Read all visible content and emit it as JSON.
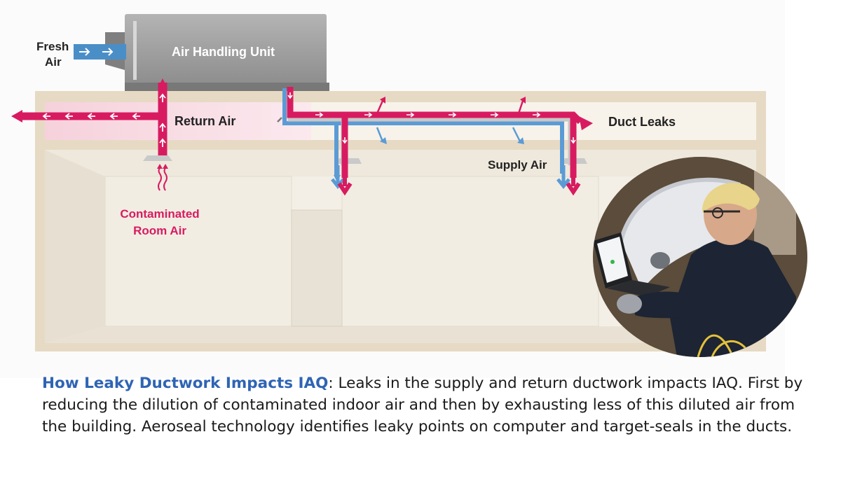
{
  "labels": {
    "fresh_air_line1": "Fresh",
    "fresh_air_line2": "Air",
    "air_handling_unit": "Air Handling Unit",
    "return_air": "Return Air",
    "duct_leaks": "Duct Leaks",
    "supply_air": "Supply Air",
    "contaminated_line1": "Contaminated",
    "contaminated_line2": "Room Air"
  },
  "caption": {
    "heading": "How Leaky Ductwork Impacts IAQ",
    "body": ": Leaks in the supply and return ductwork impacts IAQ. First by reducing the dilution of contaminated indoor air and then by exhausting less of this diluted air from the building. Aeroseal technology identifies leaky points on computer and target-seals in the ducts."
  },
  "colors": {
    "return_duct": "#d81b60",
    "supply_duct": "#5b9bd5",
    "fresh_air": "#4a8ec8",
    "ahu": "#9e9e9e",
    "building_frame": "#e8dcc6",
    "room": "#f2efe6",
    "caption_heading": "#2f64b4"
  },
  "icons": {
    "arrow": "arrow-icon",
    "wavy": "wavy-arrows-icon",
    "photo": "technician-photo"
  }
}
